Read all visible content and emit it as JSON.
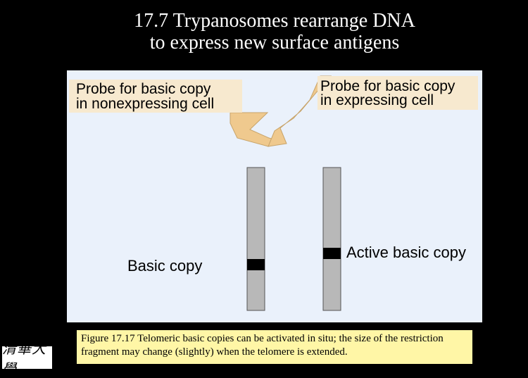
{
  "title": {
    "line1": "17.7 Trypanosomes rearrange DNA",
    "line2": "to express new surface antigens"
  },
  "diagram": {
    "probe_left": {
      "line1": "Probe for basic copy",
      "line2": "in nonexpressing cell"
    },
    "probe_right": {
      "line1": "Probe for basic copy",
      "line2": "in expressing cell"
    },
    "label_basic": "Basic copy",
    "label_active": "Active basic copy",
    "colors": {
      "panel": "#eaf1fb",
      "label_box": "#f7e9cf",
      "arrow": "#efc98e",
      "lane": "#b8b8b8",
      "band": "#000000"
    }
  },
  "caption": "Figure 17.17 Telomeric basic copies can be activated in situ; the size of the restriction fragment may change (slightly) when the telomere is extended.",
  "logo": "清華大學"
}
